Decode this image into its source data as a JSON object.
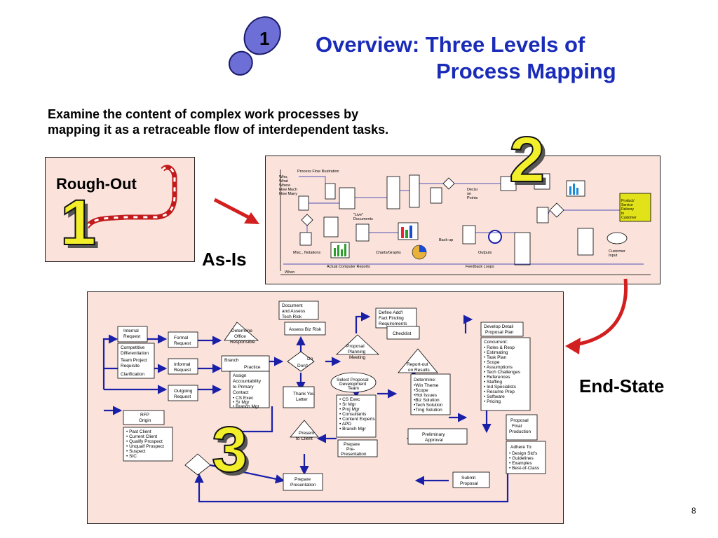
{
  "slide": {
    "step_number": "1",
    "title_line1": "Overview: Three Levels of",
    "title_line2": "Process Mapping",
    "subtitle_line1": "Examine the content of complex work processes by",
    "subtitle_line2": "mapping it as a retraceable flow of interdependent tasks.",
    "page_number": "8"
  },
  "level1": {
    "label": "Rough-Out",
    "numeral": "1"
  },
  "level2": {
    "label": "As-Is",
    "numeral": "2",
    "panel_title": "Process Flow Illustration",
    "who_labels": [
      "Who,",
      "What",
      "Where",
      "How Much",
      "How Many"
    ],
    "decision_points": [
      "Decisi",
      "on",
      "Points"
    ],
    "live_docs": [
      "\"Live\"",
      "Documents"
    ],
    "backup": "Back-up",
    "misc": "Misc., Notations",
    "charts": "Charts/Graphs",
    "outputs": "Outputs",
    "customer_input": [
      "Customer",
      "Input"
    ],
    "actual_reports": "Actual Computer Reports",
    "feedback": "Feedback Loops",
    "when": "When",
    "product": [
      "Product/",
      "Service",
      "Delivery",
      "to",
      "Customer"
    ]
  },
  "level3": {
    "label": "End-State",
    "numeral": "3",
    "boxes": {
      "internal_request": [
        "Internal",
        "Request"
      ],
      "competitive": [
        "Competitive",
        "Differentiation"
      ],
      "team_project": [
        "Team Project",
        "Requisite"
      ],
      "clarification": "Clarification",
      "formal_request": [
        "Formal",
        "Request"
      ],
      "informal_request": [
        "Informal",
        "Request"
      ],
      "outgoing_request": [
        "Outgoing",
        "Request"
      ],
      "determine_office": [
        "Determine",
        "Office",
        "Responsible"
      ],
      "branch": "Branch",
      "practice": "Practice",
      "assign": [
        "Assign",
        "Accountability",
        "to Primary",
        "Contact"
      ],
      "assign_items": [
        "•  CS Exec",
        "•  Sr Mgr",
        "•  Branch Mgr"
      ],
      "doc_assess": [
        "Document",
        "and Assess",
        "Tech Risk"
      ],
      "assess_biz": "Assess Biz Risk",
      "do_dont": [
        "Do",
        "Don't"
      ],
      "thank_you": [
        "Thank You",
        "Letter"
      ],
      "define_addl": [
        "Define Add'l",
        "Fact Finding",
        "Requirements"
      ],
      "checklist": "Checklist",
      "proposal_planning": [
        "Proposal",
        "Planning",
        "Meeting"
      ],
      "select_team": [
        "Select Proposal",
        "Development",
        "Team"
      ],
      "team_items": [
        "• CS Exec",
        "• Sr Mgr",
        "• Proj Mgr",
        "• Consultants",
        "• Content Experts",
        "• APD",
        "• Branch Mgr"
      ],
      "report_out": [
        "Report-out",
        "on Results"
      ],
      "determine": "Determine:",
      "determine_items": [
        "•Win Theme",
        "•Scope",
        "•Hot Issues",
        "•Biz Solution",
        "•Tech Solution",
        "•Trng Solution"
      ],
      "develop_detail": [
        "Develop Detail",
        "Proposal Plan"
      ],
      "concurrent": "Concurrent:",
      "concurrent_items": [
        "• Roles & Resp",
        "• Estimating",
        "• Task Plan",
        "• Scope",
        "• Assumptions",
        "• Tech Challenges",
        "• References",
        "• Staffing",
        "• Ind Specialists",
        "• Resume Prep",
        "• Software",
        "• Pricing"
      ],
      "rfp_origin": [
        "RFP",
        "Origin"
      ],
      "rfp_items": [
        "• Past Client",
        "• Current Client",
        "• Qualify Prospect",
        "• Unqualf Prospect",
        "• Suspect",
        "• SIC"
      ],
      "present_client": [
        "Present",
        "to Client"
      ],
      "prepare_pre": [
        "Prepare",
        "Pre-",
        "Presentation"
      ],
      "preliminary": [
        "Preliminary",
        "Approval"
      ],
      "proposal_final": [
        "Proposal",
        "Final",
        "Production"
      ],
      "adhere": "Adhere To:",
      "adhere_items": [
        "• Design Std's",
        "• Guidelines",
        "• Examples",
        "• Best-of-Class"
      ],
      "prepare_pres": [
        "Prepare",
        "Presentation"
      ],
      "submit": [
        "Submit",
        "Proposal"
      ]
    }
  },
  "colors": {
    "title": "#1a2bb8",
    "panel": "#fbe3dc",
    "numeral": "#f2ef2a",
    "arrow": "#d21f1f",
    "flow": "#1a1fa8"
  }
}
